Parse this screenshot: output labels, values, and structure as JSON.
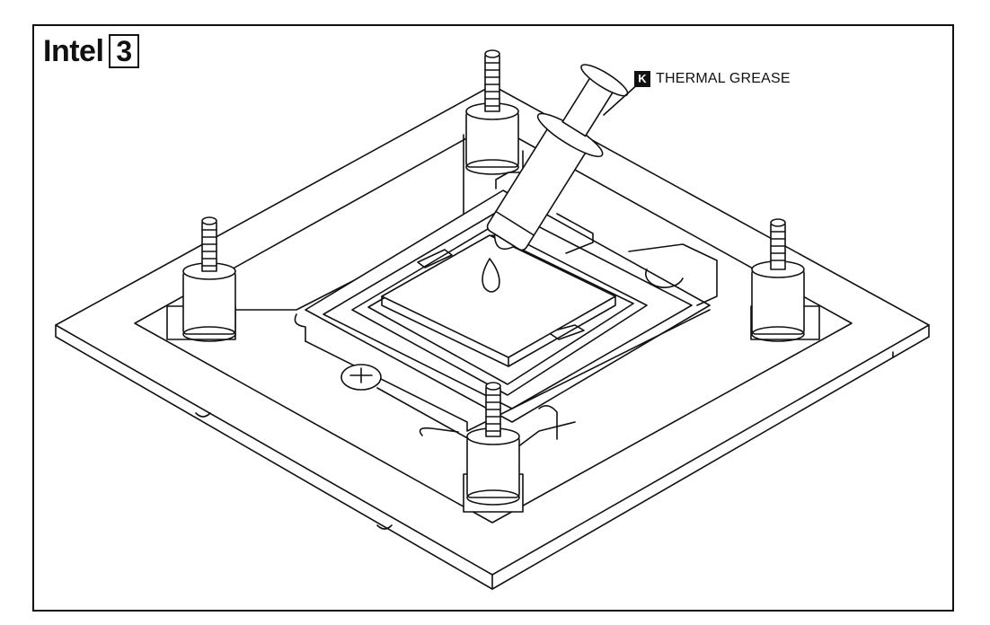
{
  "header": {
    "brand": "Intel",
    "step_number": "3"
  },
  "callout": {
    "letter": "K",
    "label": "THERMAL GREASE"
  }
}
